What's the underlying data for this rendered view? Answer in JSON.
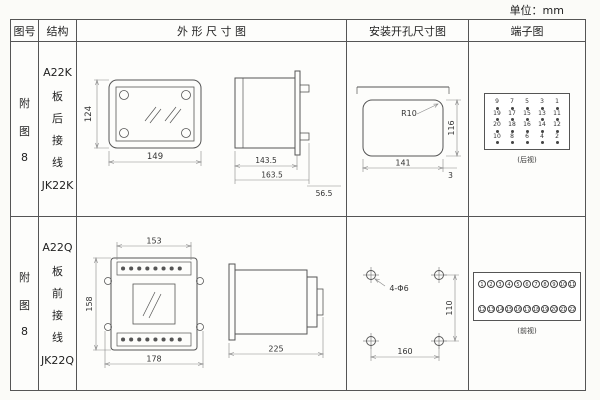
{
  "page": {
    "unit_label": "单位：mm"
  },
  "headers": {
    "fig_no": "图号",
    "structure": "结构",
    "outline": "外 形 尺 寸 图",
    "mounting": "安装开孔尺寸图",
    "terminal": "端子图"
  },
  "row1": {
    "fig_chars": [
      "附",
      "图",
      "8"
    ],
    "model": "A22K",
    "wiring_chars": [
      "板",
      "后",
      "接",
      "线"
    ],
    "code": "JK22K",
    "outline": {
      "front_height": "124",
      "front_width": "149",
      "side_depth_body": "143.5",
      "side_depth_total": "163.5",
      "side_flange": "56.5"
    },
    "mounting": {
      "corner_radius": "R10",
      "cutout_height": "116",
      "cutout_width": "141",
      "edge_offset": "3"
    },
    "terminal": {
      "caption": "(后视)",
      "num_rows": [
        [
          "9",
          "7",
          "5",
          "3",
          "1"
        ],
        [
          "19",
          "17",
          "15",
          "13",
          "11"
        ],
        [
          "20",
          "18",
          "16",
          "14",
          "12"
        ],
        [
          "10",
          "8",
          "6",
          "4",
          "2"
        ]
      ]
    }
  },
  "row2": {
    "fig_chars": [
      "附",
      "图",
      "8"
    ],
    "model": "A22Q",
    "wiring_chars": [
      "板",
      "前",
      "接",
      "线"
    ],
    "code": "JK22Q",
    "outline": {
      "front_inner_width": "153",
      "front_height": "158",
      "front_width": "178",
      "side_length": "225"
    },
    "mounting": {
      "hole_label": "4-Φ6",
      "hole_v": "110",
      "hole_h": "160"
    },
    "terminal": {
      "caption": "(前视)",
      "top_row": [
        "1",
        "2",
        "3",
        "4",
        "5",
        "6",
        "7",
        "8",
        "9",
        "10",
        "11"
      ],
      "bottom_row": [
        "12",
        "13",
        "14",
        "15",
        "16",
        "17",
        "18",
        "19",
        "20",
        "21",
        "22"
      ]
    }
  }
}
